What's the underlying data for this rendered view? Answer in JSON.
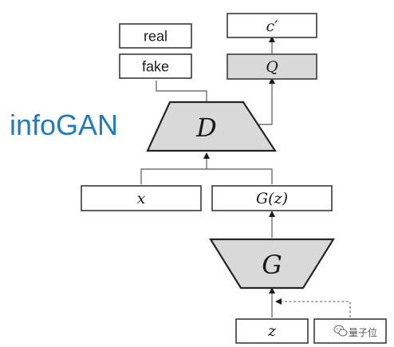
{
  "title": "infoGAN",
  "outputs": {
    "real": "real",
    "fake": "fake",
    "c_prime": "c′",
    "q": "Q"
  },
  "discriminator": "D",
  "generator": "G",
  "inputs": {
    "x": "x",
    "gz": "G(z)",
    "z": "z"
  },
  "watermark": "量子位"
}
